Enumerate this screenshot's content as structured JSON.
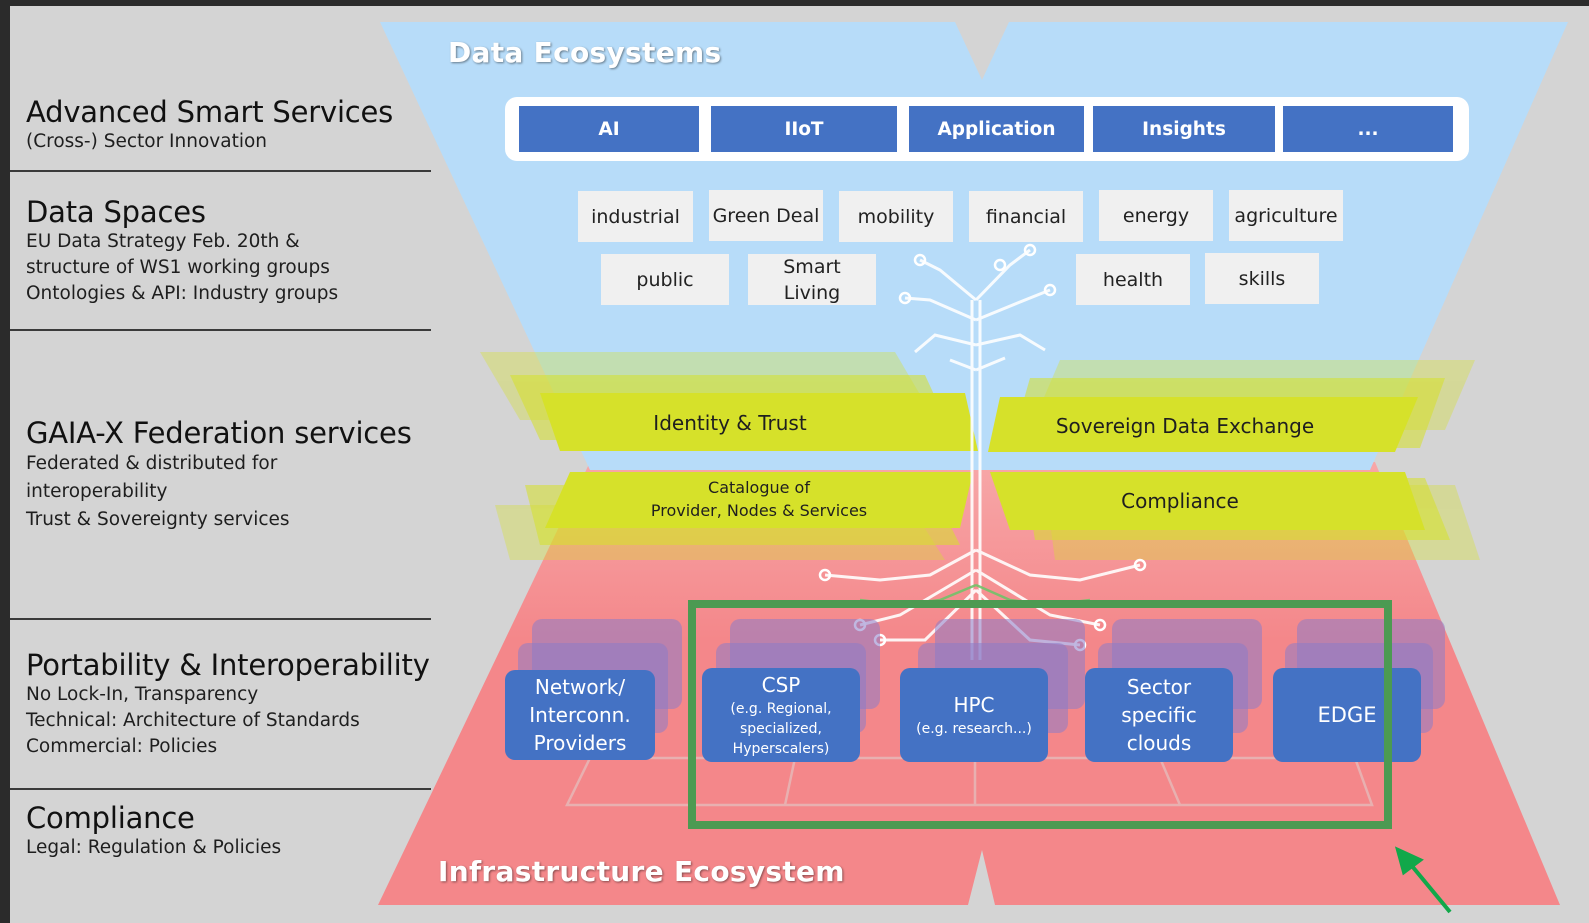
{
  "left_panel": {
    "sections": [
      {
        "title": "Advanced Smart Services",
        "lines": [
          "(Cross-) Sector Innovation"
        ]
      },
      {
        "title": "Data Spaces",
        "lines": [
          "EU Data Strategy Feb. 20th &",
          "structure of WS1 working groups",
          "Ontologies & API: Industry groups"
        ]
      },
      {
        "title": "GAIA-X Federation services",
        "lines": [
          "Federated & distributed for",
          "interoperability",
          "Trust & Sovereignty services"
        ]
      },
      {
        "title": "Portability & Interoperability",
        "lines": [
          "No Lock-In, Transparency",
          "Technical: Architecture of Standards",
          "Commercial: Policies"
        ]
      },
      {
        "title": "Compliance",
        "lines": [
          "Legal: Regulation & Policies"
        ]
      }
    ]
  },
  "data_ecosystem": {
    "title": "Data Ecosystems",
    "capabilities": [
      "AI",
      "IIoT",
      "Application",
      "Insights",
      "..."
    ],
    "sectors": [
      "industrial",
      "Green Deal",
      "mobility",
      "financial",
      "energy",
      "agriculture",
      "public",
      "Smart Living",
      "health",
      "skills"
    ]
  },
  "federation": {
    "identity_trust": "Identity & Trust",
    "sovereign_exchange": "Sovereign Data Exchange",
    "catalogue_line1": "Catalogue of",
    "catalogue_line2": "Provider, Nodes & Services",
    "compliance": "Compliance"
  },
  "infrastructure": {
    "title": "Infrastructure Ecosystem",
    "providers": [
      {
        "lines": [
          "Network/",
          "Interconn.",
          "Providers"
        ],
        "sub": []
      },
      {
        "lines": [
          "CSP"
        ],
        "sub": [
          "(e.g. Regional,",
          "specialized,",
          "Hyperscalers)"
        ]
      },
      {
        "lines": [
          "HPC"
        ],
        "sub": [
          "(e.g. research...)"
        ]
      },
      {
        "lines": [
          "Sector",
          "specific",
          "clouds"
        ],
        "sub": []
      },
      {
        "lines": [
          "EDGE"
        ],
        "sub": []
      }
    ]
  },
  "colors": {
    "data_blue": "#b7dcf9",
    "infra_red": "#f4878a",
    "federation_yellow": "#d6e12a",
    "capability_blue": "#4472c4",
    "highlight_green": "#4c9a52",
    "arrow_green": "#11a84a"
  }
}
